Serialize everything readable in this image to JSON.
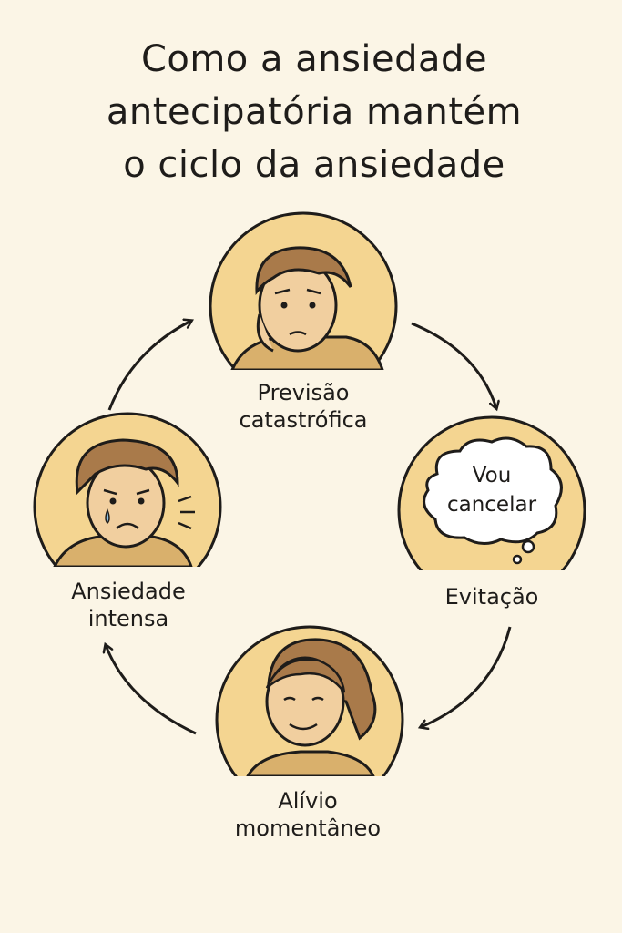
{
  "title": {
    "lines": [
      "Como a ansiedade",
      "antecipatória mantém",
      "o ciclo da ansiedade"
    ]
  },
  "colors": {
    "background": "#fbf5e6",
    "circle": "#f4d591",
    "skin": "#f1cf9f",
    "hair": "#a97a4a",
    "stroke": "#1e1c1a"
  },
  "cycle": [
    {
      "line1": "Previsão",
      "line2": "catastrófica"
    },
    {
      "line1": "Evitação",
      "thought": [
        "Vou",
        "cancelar"
      ]
    },
    {
      "line1": "Alívio",
      "line2": "momentâneo"
    },
    {
      "line1": "Ansiedade",
      "line2": "intensa"
    }
  ]
}
